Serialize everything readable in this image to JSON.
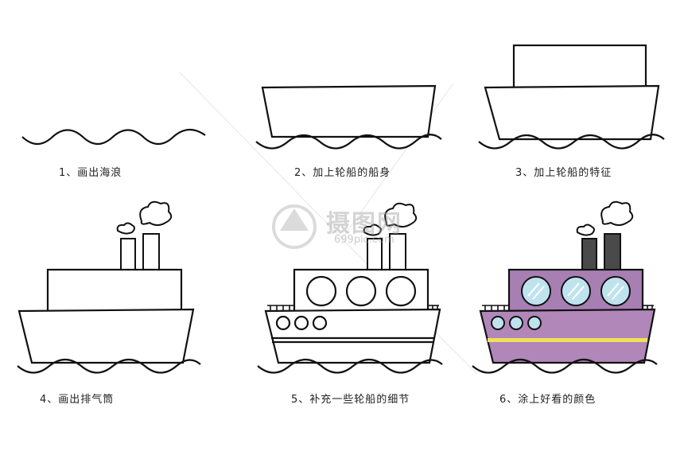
{
  "steps": [
    {
      "caption": "1、画出海浪"
    },
    {
      "caption": "2、加上轮船的船身"
    },
    {
      "caption": "3、加上轮船的特征"
    },
    {
      "caption": "4、画出排气筒"
    },
    {
      "caption": "5、补充一些轮船的细节"
    },
    {
      "caption": "6、涂上好看的颜色"
    }
  ],
  "watermark": {
    "brand": "摄图网",
    "url": "699pic.com"
  },
  "colors": {
    "outline": "#111111",
    "hull_fill": "#b087b8",
    "cabin_fill": "#a77fb3",
    "stack_fill": "#4a4a4a",
    "window_fill": "#bfe3ee",
    "stripe": "#f0e05a"
  }
}
